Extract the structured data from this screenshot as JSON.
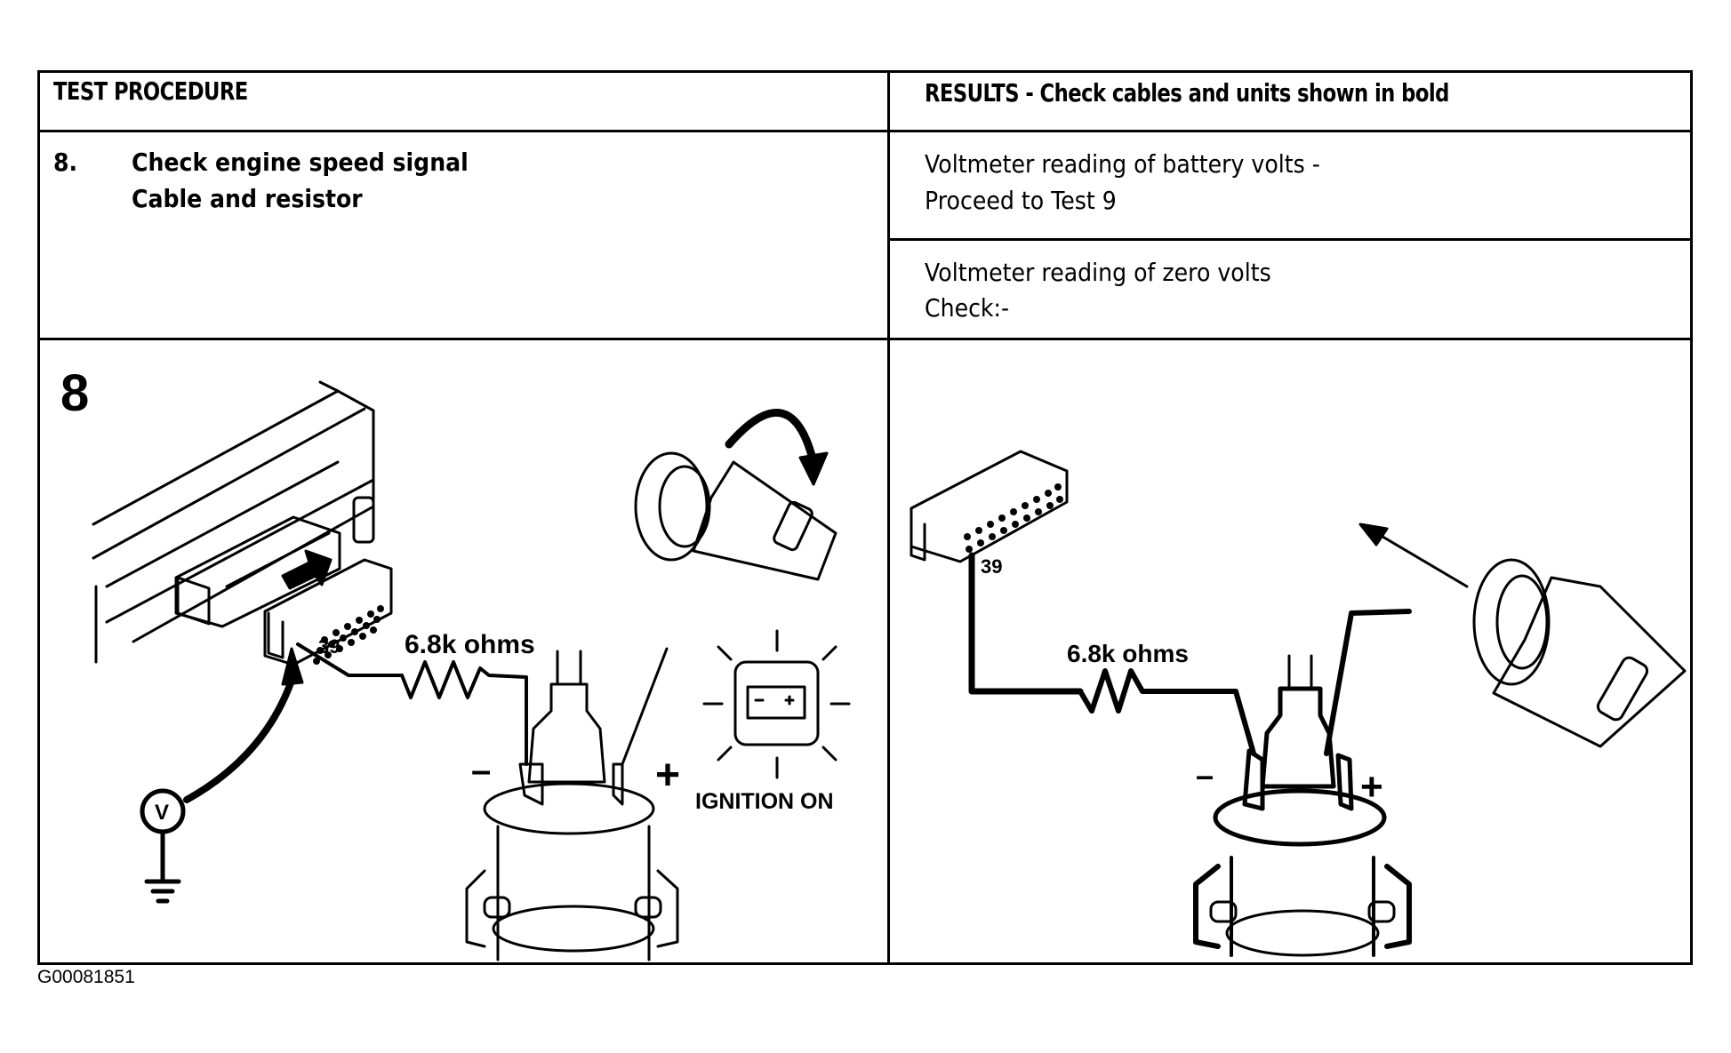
{
  "table": {
    "header_left": "TEST PROCEDURE",
    "header_right": "RESULTS - Check cables and units shown in bold",
    "procedure": {
      "step_number": "8.",
      "title_line1": "Check engine speed signal",
      "title_line2": "Cable and resistor"
    },
    "results": [
      {
        "line1": "Voltmeter reading of battery volts -",
        "line2": "Proceed to Test 9"
      },
      {
        "line1": "Voltmeter reading of zero volts",
        "line2": "Check:-"
      }
    ]
  },
  "figure_left": {
    "step_label": "8",
    "pin_label": "39",
    "resistor_label": "6.8k ohms",
    "minus_label": "–",
    "plus_label": "+",
    "voltmeter_label": "V",
    "ignition_label": "IGNITION ON",
    "icons": [
      "ecu-module",
      "harness-connector",
      "unplug-arrow",
      "voltmeter",
      "ground-symbol",
      "resistor",
      "ignition-coil",
      "ignition-key-turn",
      "battery-warning-light"
    ]
  },
  "figure_right": {
    "pin_label": "39",
    "resistor_label": "6.8k ohms",
    "minus_label": "–",
    "plus_label": "+",
    "icons": [
      "harness-connector",
      "resistor",
      "ignition-coil",
      "ignition-key-remove",
      "removal-arrow"
    ]
  },
  "figure_code": "G00081851"
}
